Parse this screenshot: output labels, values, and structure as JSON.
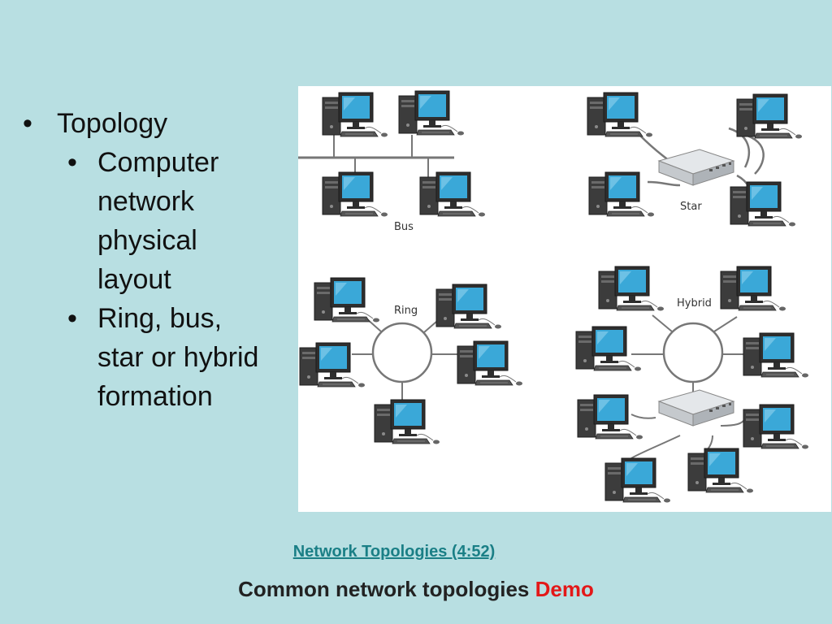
{
  "bullets": {
    "main": "Topology",
    "sub": [
      "Computer network physical layout",
      "Ring, bus, star or hybrid formation"
    ]
  },
  "figure": {
    "labels": {
      "bus": "Bus",
      "star": "Star",
      "ring": "Ring",
      "hybrid": "Hybrid"
    }
  },
  "footer": {
    "link_text": "Network Topologies (4:52)",
    "caption_text": "Common network topologies",
    "caption_highlight": "Demo"
  },
  "colors": {
    "background": "#b8dfe2",
    "link": "#1a7f86",
    "highlight": "#e31818",
    "monitor_screen": "#3aa8d8"
  }
}
